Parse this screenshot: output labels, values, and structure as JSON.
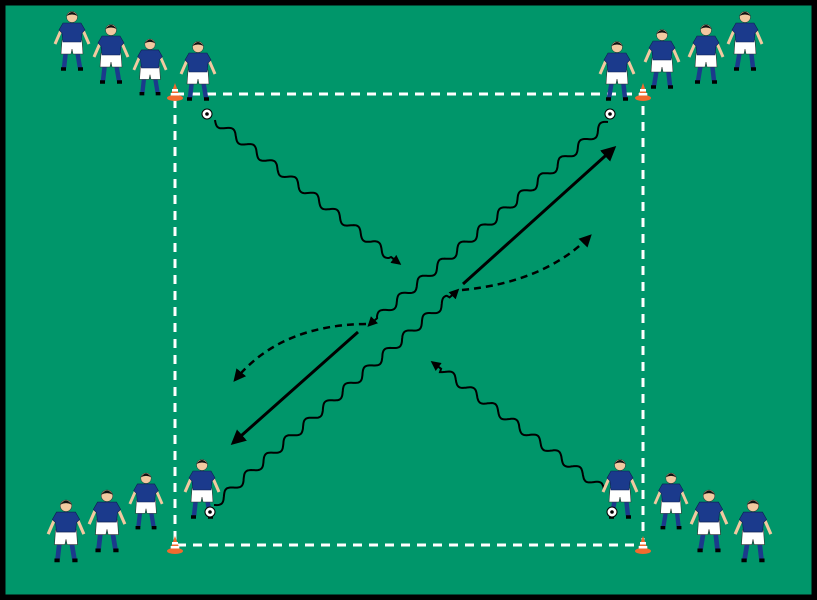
{
  "diagram": {
    "kind": "soccer-drill",
    "colors": {
      "pitch": "#00966A",
      "border": "#000000",
      "area_lines": "#FFFFFF",
      "shirt": "#1B3A8C",
      "shorts": "#FFFFFF",
      "skin": "#F2C9A0",
      "cone": "#F26A2E",
      "arrows": "#000000"
    },
    "player_groups": 4,
    "players_per_group": 4,
    "cones": 4,
    "balls": 4
  }
}
